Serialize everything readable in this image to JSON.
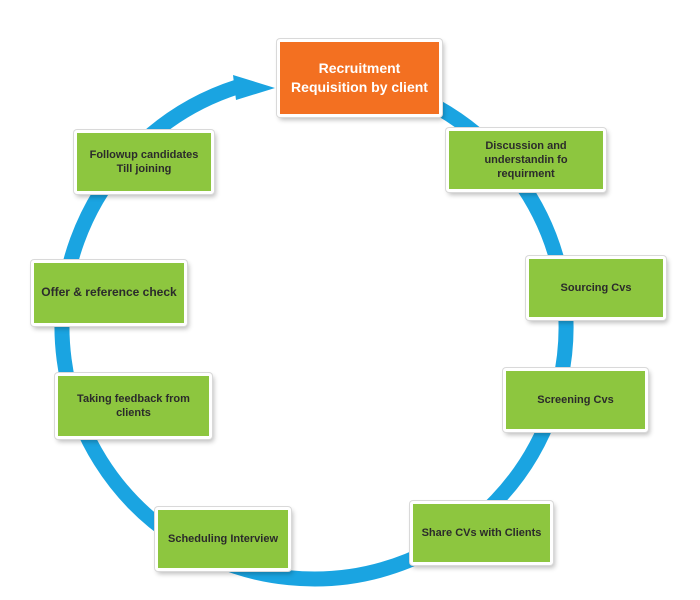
{
  "colors": {
    "ring": "#1aa4e1",
    "start_box": "#f37021",
    "step_box": "#8dc63f",
    "box_text": "#2b2b2b",
    "start_text": "#ffffff"
  },
  "steps": [
    {
      "label": "Recruitment Requisition by client"
    },
    {
      "label": "Discussion and understandin fo requirment"
    },
    {
      "label": "Sourcing Cvs"
    },
    {
      "label": "Screening Cvs"
    },
    {
      "label": "Share CVs with Clients"
    },
    {
      "label": "Scheduling Interview"
    },
    {
      "label": "Taking feedback from clients"
    },
    {
      "label": "Offer & reference check"
    },
    {
      "label": "Followup candidates Till joining"
    }
  ]
}
